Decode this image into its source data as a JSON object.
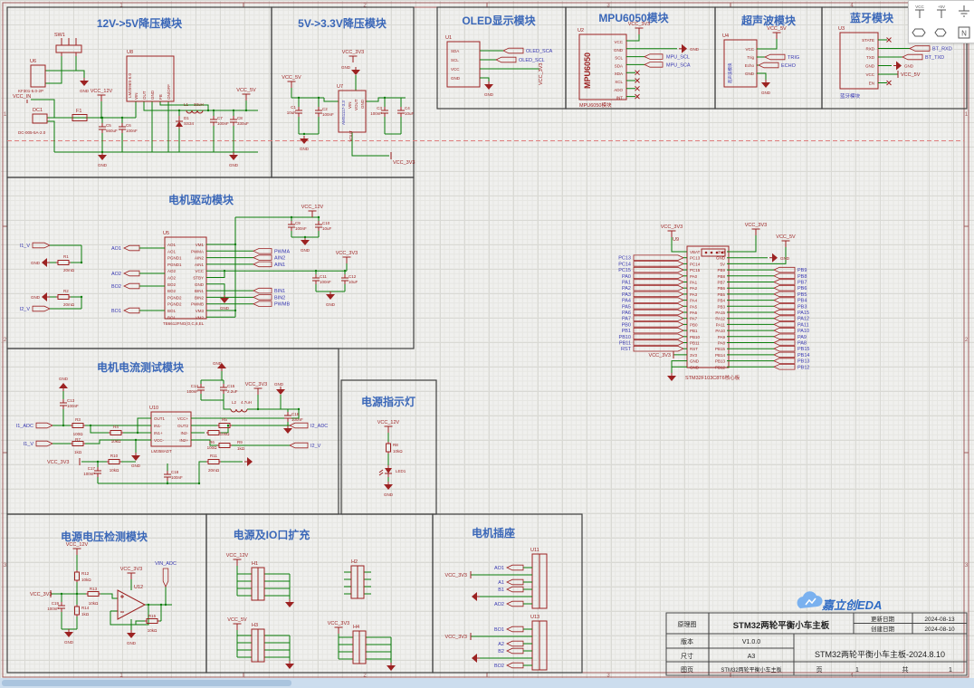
{
  "canvas": {
    "bg": "#f0f0ee",
    "wire_color": "#0a7d0a",
    "symbol_color": "#9c2222",
    "net_text_color": "#3939b2",
    "module_title_color": "#3a67b8"
  },
  "sheet": {
    "cols": [
      "1",
      "2",
      "3",
      "4"
    ],
    "rows": [
      "1",
      "2",
      "3"
    ]
  },
  "panel": {
    "vcc_label": "VCC",
    "v5_label": "+5V",
    "n_label": "N"
  },
  "nets": {
    "gnd": "GND",
    "vcc_in": "VCC_IN",
    "vcc_12v": "VCC_12V",
    "vcc_5v": "VCC_5V",
    "vcc_3v3": "VCC_3V3"
  },
  "modules": {
    "m1": {
      "title": "12V->5V降压模块",
      "sw": "SW1",
      "u6": "U6",
      "u6_part": "KF301-5.0-2P",
      "dc1": "DC1",
      "dc1_part": "DC-005-5A-2.0",
      "f1": "F1",
      "c5": "C5",
      "c5v": "560uF",
      "c6": "C6",
      "c6v": "100nF",
      "u8": "U8",
      "u8_part": "LM2596S-5.0",
      "u8_pins": [
        "VIN",
        "OUT",
        "GND",
        "FB",
        "ON/OFF"
      ],
      "d1": "D1",
      "d1v": "SS34",
      "l1": "L1",
      "l1v": "33uH",
      "c7": "C7",
      "c7v": "100nF",
      "c8": "C8",
      "c8v": "330uF"
    },
    "m2": {
      "title": "5V->3.3V降压模块",
      "c1": "C1",
      "c1v": "10uF",
      "c2": "C2",
      "c2v": "100nF",
      "u7": "U7",
      "u7_part": "AMS1117-3.3",
      "pin_vin": "VIN",
      "pin_vout": "VOUT",
      "pin_gnd": "GND",
      "c3": "C3",
      "c3v": "100nF",
      "c4": "C4",
      "c4v": "10uF"
    },
    "m3": {
      "title": "OLED显示模块",
      "u1": "U1",
      "pins": [
        "SDA",
        "SCL",
        "VCC",
        "GND"
      ],
      "flags": [
        "OLED_SCA",
        "OLED_SCL"
      ]
    },
    "m4": {
      "title": "MPU6050模块",
      "u2": "U2",
      "chip": "MPU6050",
      "pins": [
        "VCC",
        "GND",
        "SCL",
        "SDA",
        "XDA",
        "XCL",
        "ADO",
        "INT"
      ],
      "flags": [
        "MPU_SCL",
        "MPU_SCA"
      ],
      "caption": "MPU6050模块"
    },
    "m5": {
      "title": "超声波模块",
      "u4": "U4",
      "chip": "超声波模块",
      "pins": [
        "VCC",
        "Trig",
        "Echo",
        "GND"
      ],
      "flags": [
        "TRIG",
        "ECHO"
      ]
    },
    "m6": {
      "title": "蓝牙模块",
      "u3": "U3",
      "pins": [
        "STATE",
        "RXD",
        "TXD",
        "GND",
        "VCC",
        "EN"
      ],
      "flags": [
        "BT_RXD",
        "BT_TXD"
      ],
      "caption": "蓝牙模块"
    },
    "m7": {
      "title": "电机驱动模块",
      "u5": "U5",
      "u5_part": "TB6612FNG(O,C,8,EL",
      "lpins": [
        "AO1",
        "AO1",
        "PGND1",
        "PGND1",
        "AO2",
        "AO2",
        "BO2",
        "BO2",
        "PGND2",
        "PGND2",
        "BO1",
        "BO1"
      ],
      "rpins": [
        "VM1",
        "PWMA",
        "AIN2",
        "AIN1",
        "VCC",
        "STBY",
        "GND",
        "BIN1",
        "BIN2",
        "PWMB",
        "VM3",
        "VM2"
      ],
      "i_flags": [
        "I1_V",
        "I2_V"
      ],
      "r1": "R1",
      "r1v": "20mΩ",
      "r2": "R2",
      "r2v": "20mΩ",
      "port_flags": [
        "AO1",
        "AO2",
        "BO2",
        "BO1"
      ],
      "rflags1": [
        "PWMA",
        "AIN2",
        "AIN1"
      ],
      "rflags2": [
        "BIN1",
        "BIN2",
        "PWMB"
      ],
      "c9": "C9",
      "c9v": "100nF",
      "c10": "C10",
      "c10v": "10uF",
      "c11": "C11",
      "c11v": "100nF",
      "c12": "C12",
      "c12v": "10uF"
    },
    "m8": {
      "title": "电机电流测试模块",
      "u10": "U10",
      "u10_part": "LM358ADT",
      "lpins": [
        "OUT1",
        "IN1-",
        "IN1+",
        "VCC-"
      ],
      "rpins": [
        "VCC+",
        "OUT2",
        "IN2-",
        "IN2+"
      ],
      "i1_flags": [
        "I1_ADC",
        "I1_V"
      ],
      "i2_flags": [
        "I2_ADC",
        "I2_V"
      ],
      "r3": "R3",
      "r3v": "100Ω",
      "r4": "R4",
      "r4v": "10kΩ",
      "r7": "R7",
      "r7v": "1kΩ",
      "r10": "R10",
      "r10v": "10kΩ",
      "r5": "R5",
      "r5v": "100Ω",
      "r6": "R6",
      "r6v": "100Ω",
      "r9": "R9",
      "r9v": "1kΩ",
      "r11": "R11",
      "r11v": "20mΩ",
      "c13": "C13",
      "c13v": "100nF",
      "c14": "C14",
      "c14v": "100nF",
      "c15": "C15",
      "c15v": "2.2uF",
      "c16": "C16",
      "c16v": "100nF",
      "c17": "C17",
      "c17v": "100nF",
      "c18": "C18",
      "c18v": "100nF",
      "l2": "L2",
      "l2v": "4.7uH"
    },
    "m9": {
      "title": "电源指示灯",
      "r8": "R8",
      "r8v": "10kΩ",
      "led": "LED1"
    },
    "m10": {
      "title": "电源电压检测模块",
      "u12": "U12",
      "r12": "R12",
      "r12v": "10kΩ",
      "r13": "R13",
      "r13v": "10kΩ",
      "r14": "R14",
      "r14v": "1kΩ",
      "r15": "R15",
      "r15v": "10kΩ",
      "c19": "C19",
      "c19v": "100nF",
      "flag": "VIN_ADC"
    },
    "m11": {
      "title": "电源及IO口扩充",
      "h1": "H1",
      "h2": "H2",
      "h3": "H3",
      "h4": "H4"
    },
    "m12": {
      "title": "电机插座",
      "u11": "U11",
      "u13": "U13",
      "u11_flags": [
        "AO1",
        "A1",
        "B1",
        "AO2"
      ],
      "u13_flags": [
        "BO1",
        "A2",
        "B2",
        "BO2"
      ]
    }
  },
  "stm32": {
    "ref": "U9",
    "caption": "STM32F103C8T6核心板",
    "left_pins": [
      "VBAT",
      "PC13",
      "PC14",
      "PC15",
      "PA0",
      "PA1",
      "PA2",
      "PA3",
      "PA4",
      "PA5",
      "PA6",
      "PA7",
      "PB0",
      "PB1",
      "PB10",
      "PB11",
      "RST",
      "3V3",
      "GND",
      "GND"
    ],
    "right_pins": [
      "3V3",
      "GND",
      "5V",
      "PB9",
      "PB8",
      "PB7",
      "PB6",
      "PB5",
      "PB4",
      "PB3",
      "PA15",
      "PA12",
      "PA11",
      "PA10",
      "PA9",
      "PA8",
      "PB15",
      "PB14",
      "PB13",
      "PB12"
    ],
    "left_flags": [
      "PC13",
      "PC14",
      "PC15",
      "PA0",
      "PA1",
      "PA2",
      "PA3",
      "PA4",
      "PA5",
      "PA6",
      "PA7",
      "PB0",
      "PB1",
      "PB10",
      "PB11",
      "RST"
    ],
    "right_flags": [
      "PB9",
      "PB8",
      "PB7",
      "PB6",
      "PB5",
      "PB4",
      "PB3",
      "PA15",
      "PA12",
      "PA11",
      "PA10",
      "PA9",
      "PA8",
      "PB15",
      "PB14",
      "PB13",
      "PB12"
    ]
  },
  "title_block": {
    "brand": "嘉立创EDA",
    "schematic_label": "原理图",
    "schematic_name": "STM32两轮平衡小车主板",
    "updated_label": "更新日期",
    "updated_date": "2024-08-13",
    "created_label": "创建日期",
    "created_date": "2024-08-10",
    "version_label": "版本",
    "version": "V1.0.0",
    "size_label": "尺寸",
    "size": "A3",
    "board_name": "STM32两轮平衡小车主板-2024.8.10",
    "page_label": "图页",
    "page_name": "STM32两轮平衡小车主板",
    "page_word": "页",
    "page_num": "1",
    "total_word": "共",
    "total_num": "1"
  }
}
